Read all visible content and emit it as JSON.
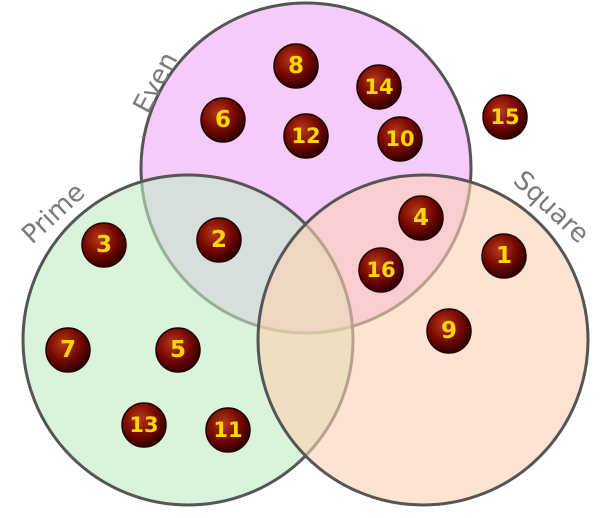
{
  "sets": {
    "even": {
      "label": "Even",
      "fill": "#f0a6f5",
      "stroke": "#555555"
    },
    "prime": {
      "label": "Prime",
      "fill": "#c1ecc3",
      "stroke": "#555555"
    },
    "square": {
      "label": "Square",
      "fill": "#fbd1b2",
      "stroke": "#555555"
    }
  },
  "numbers": [
    {
      "value": "8",
      "sets": [
        "even"
      ]
    },
    {
      "value": "14",
      "sets": [
        "even"
      ]
    },
    {
      "value": "6",
      "sets": [
        "even"
      ]
    },
    {
      "value": "12",
      "sets": [
        "even"
      ]
    },
    {
      "value": "10",
      "sets": [
        "even"
      ]
    },
    {
      "value": "2",
      "sets": [
        "even",
        "prime"
      ]
    },
    {
      "value": "4",
      "sets": [
        "even",
        "square"
      ]
    },
    {
      "value": "16",
      "sets": [
        "even",
        "square"
      ]
    },
    {
      "value": "3",
      "sets": [
        "prime"
      ]
    },
    {
      "value": "7",
      "sets": [
        "prime"
      ]
    },
    {
      "value": "5",
      "sets": [
        "prime"
      ]
    },
    {
      "value": "13",
      "sets": [
        "prime"
      ]
    },
    {
      "value": "11",
      "sets": [
        "prime"
      ]
    },
    {
      "value": "1",
      "sets": [
        "square"
      ]
    },
    {
      "value": "9",
      "sets": [
        "square"
      ]
    },
    {
      "value": "15",
      "sets": []
    }
  ],
  "colors": {
    "ball_dark": "#330000",
    "ball_mid": "#7a0a00",
    "ball_light": "#b83a1a",
    "number_text": "#ffd700"
  }
}
